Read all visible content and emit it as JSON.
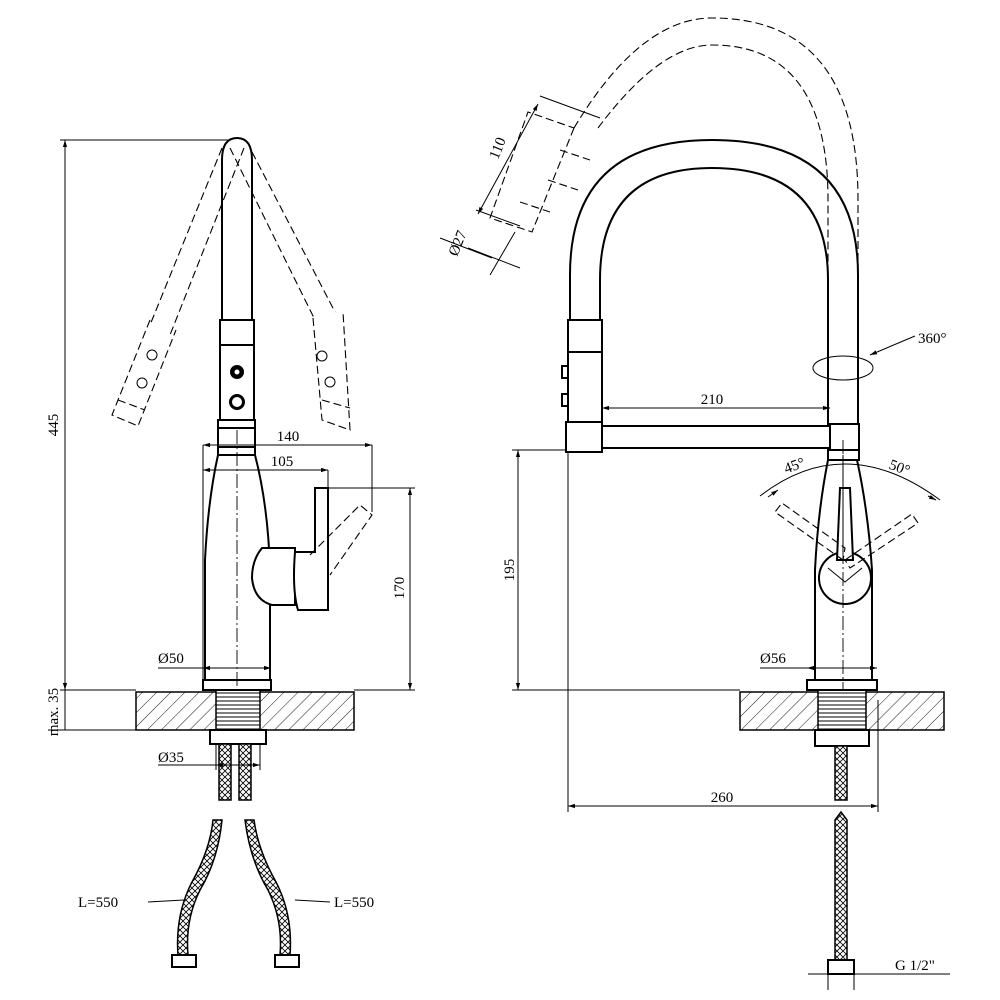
{
  "side_view": {
    "height_total": "445",
    "reach_outer": "140",
    "reach_inner": "105",
    "body_height": "170",
    "base_diameter": "Ø50",
    "counter_max": "max. 35",
    "shank_diameter": "Ø35",
    "hose_length_left": "L=550",
    "hose_length_right": "L=550"
  },
  "front_view": {
    "spray_head_length": "110",
    "spray_head_diameter": "Ø27",
    "rotation": "360°",
    "spout_reach": "210",
    "angle_left": "45°",
    "angle_right": "50°",
    "body_height": "195",
    "base_diameter": "Ø56",
    "total_width": "260",
    "thread": "G 1/2\""
  }
}
